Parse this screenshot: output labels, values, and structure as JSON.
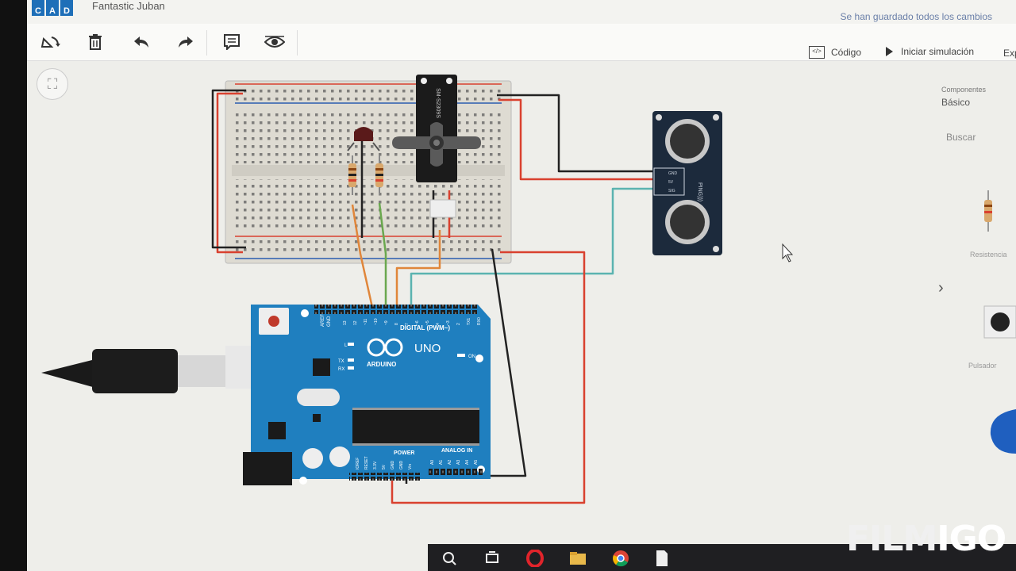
{
  "app": {
    "logo_letters": [
      "C",
      "A",
      "D"
    ],
    "project_name": "Fantastic Juban",
    "save_status": "Se han guardado todos los cambios"
  },
  "toolbar": {
    "rotate": "rotate-icon",
    "delete": "trash-icon",
    "undo": "undo-icon",
    "redo": "redo-icon",
    "notes": "notes-icon",
    "visibility": "eye-icon",
    "code_label": "Código",
    "simulate_label": "Iniciar simulación",
    "export_label": "Exp"
  },
  "side_panel": {
    "title": "Componentes",
    "selected": "Básico",
    "search_placeholder": "Buscar",
    "resistor_label": "Resistencia",
    "button_label": "Pulsador"
  },
  "arduino": {
    "brand": "ARDUINO",
    "model": "UNO",
    "digital_label": "DIGITAL (PWM~)",
    "power_label": "POWER",
    "analog_label": "ANALOG IN",
    "on_label": "ON",
    "tx_label": "TX",
    "rx_label": "RX",
    "l_label": "L",
    "aref_label": "AREF",
    "gnd_label": "GND",
    "digital_pins": [
      "13",
      "12",
      "~11",
      "~10",
      "~9",
      "8",
      "7",
      "~6",
      "~5",
      "4",
      "~3",
      "2",
      "TX1",
      "RX0"
    ],
    "power_pins": [
      "IOREF",
      "RESET",
      "3.3V",
      "5V",
      "GND",
      "GND",
      "Vin"
    ],
    "analog_pins": [
      "A0",
      "A1",
      "A2",
      "A3",
      "A4",
      "A5"
    ]
  },
  "servo": {
    "label": "SM-S2309S"
  },
  "ultrasonic": {
    "label": "PING)))",
    "pins": [
      "GND",
      "5V",
      "SIG"
    ]
  },
  "watermark": {
    "text_a": "FILM",
    "text_b": "IGO"
  },
  "colors": {
    "arduino_blue": "#1f7fbf",
    "wire_red": "#d9412f",
    "wire_black": "#222222",
    "wire_orange": "#e0863a",
    "wire_green": "#6aa84f",
    "wire_teal": "#5bb3b0"
  }
}
